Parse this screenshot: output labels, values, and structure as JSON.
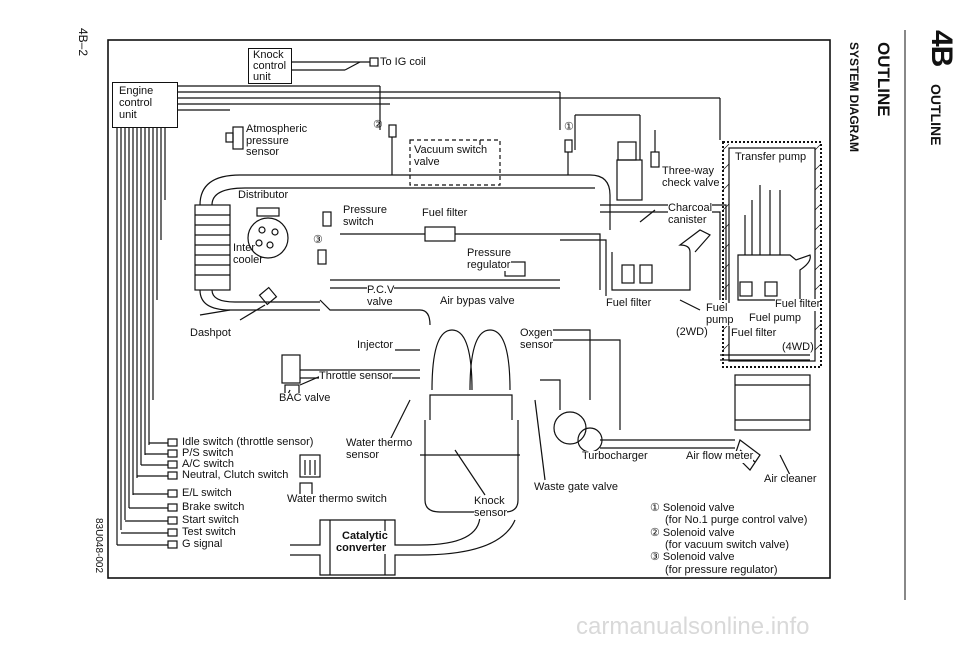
{
  "header": {
    "page_number": "4B–2",
    "section_badge": "4B",
    "section_title": "OUTLINE",
    "chapter_title": "OUTLINE",
    "subtitle": "SYSTEM DIAGRAM",
    "doc_code": "83U048-002"
  },
  "diagram": {
    "ecu": [
      "Engine",
      "control",
      "unit"
    ],
    "knock_control_unit": [
      "Knock",
      "control",
      "unit"
    ],
    "to_ig_coil": "To IG coil",
    "atmospheric_pressure_sensor": [
      "Atmospheric",
      "pressure",
      "sensor"
    ],
    "solenoid_2_marker": "②",
    "solenoid_1_marker": "①",
    "solenoid_3_marker": "③",
    "vacuum_switch_valve": [
      "Vacuum switch",
      "valve"
    ],
    "three_way_check_valve": [
      "Three-way",
      "check valve"
    ],
    "transfer_pump": "Transfer pump",
    "distributor": "Distributor",
    "pressure_switch": [
      "Pressure",
      "switch"
    ],
    "fuel_filter_top": "Fuel filter",
    "charcoal_canister": [
      "Charcoal",
      "canister"
    ],
    "inter_cooler": [
      "Inter",
      "cooler"
    ],
    "pressure_regulator": [
      "Pressure",
      "regulator"
    ],
    "pcv_valve": [
      "P.C.V",
      "valve"
    ],
    "air_bypass_valve": "Air bypas valve",
    "fuel_filter_2wd": "Fuel filter",
    "fuel_pump_2wd": [
      "Fuel",
      "pump"
    ],
    "two_wd": "(2WD)",
    "fuel_filter_4wd_a": "Fuel filter",
    "fuel_pump_4wd": "Fuel pump",
    "fuel_filter_4wd_b": "Fuel filter",
    "four_wd": "(4WD)",
    "dashpot": "Dashpot",
    "injector": "Injector",
    "oxygen_sensor": [
      "Oxgen",
      "sensor"
    ],
    "throttle_sensor": "Throttle sensor",
    "bac_valve": "BAC valve",
    "switches": [
      "Idle switch (throttle sensor)",
      "P/S switch",
      "A/C switch",
      "Neutral, Clutch switch",
      "E/L switch",
      "Brake switch",
      "Start switch",
      "Test switch",
      "G signal"
    ],
    "water_thermo_sensor": [
      "Water thermo",
      "sensor"
    ],
    "water_thermo_switch": "Water thermo switch",
    "catalytic_converter": [
      "Catalytic",
      "converter"
    ],
    "knock_sensor": [
      "Knock",
      "sensor"
    ],
    "waste_gate_valve": "Waste gate valve",
    "turbocharger": "Turbocharger",
    "air_flow_meter": "Air flow meter",
    "air_cleaner": "Air cleaner"
  },
  "legend": [
    "① Solenoid valve",
    "(for No.1 purge control valve)",
    "② Solenoid valve",
    "(for vacuum switch valve)",
    "③ Solenoid valve",
    "(for pressure regulator)"
  ],
  "watermark": "carmanualsonline.info"
}
